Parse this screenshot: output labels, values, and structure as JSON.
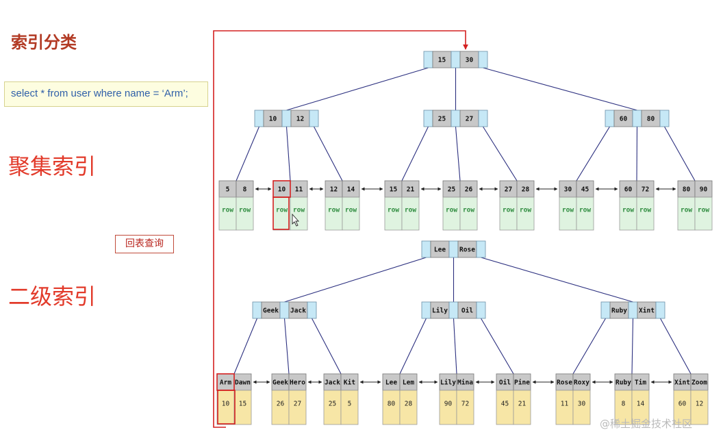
{
  "headings": {
    "title": "索引分类",
    "clustered": "聚集索引",
    "secondary": "二级索引",
    "lookup": "回表查询"
  },
  "sql": "select * from user where name = ‘Arm’;",
  "watermark": "@稀土掘金技术社区",
  "colors": {
    "heading_dark": "#b23a24",
    "heading_red": "#e23a2a",
    "highlight": "#d42020",
    "node_pointer": "#c6e8f6",
    "node_key": "#c8c8c8",
    "leaf_row": "#dff3e0",
    "leaf_pk": "#f7e6a6",
    "edge": "#2b2f7f"
  },
  "clustered_tree": {
    "root": [
      "15",
      "30"
    ],
    "internal": [
      [
        "10",
        "12"
      ],
      [
        "25",
        "27"
      ],
      [
        "60",
        "80"
      ]
    ],
    "leaves": [
      {
        "keys": [
          "5",
          "8"
        ],
        "rows": [
          "row",
          "row"
        ]
      },
      {
        "keys": [
          "10",
          "11"
        ],
        "rows": [
          "row",
          "row"
        ]
      },
      {
        "keys": [
          "12",
          "14"
        ],
        "rows": [
          "row",
          "row"
        ]
      },
      {
        "keys": [
          "15",
          "21"
        ],
        "rows": [
          "row",
          "row"
        ]
      },
      {
        "keys": [
          "25",
          "26"
        ],
        "rows": [
          "row",
          "row"
        ]
      },
      {
        "keys": [
          "27",
          "28"
        ],
        "rows": [
          "row",
          "row"
        ]
      },
      {
        "keys": [
          "30",
          "45"
        ],
        "rows": [
          "row",
          "row"
        ]
      },
      {
        "keys": [
          "60",
          "72"
        ],
        "rows": [
          "row",
          "row"
        ]
      },
      {
        "keys": [
          "80",
          "90"
        ],
        "rows": [
          "row",
          "row"
        ]
      }
    ]
  },
  "secondary_tree": {
    "root": [
      "Lee",
      "Rose"
    ],
    "internal": [
      [
        "Geek",
        "Jack"
      ],
      [
        "Lily",
        "Oil"
      ],
      [
        "Ruby",
        "Xint"
      ]
    ],
    "leaves": [
      {
        "keys": [
          "Arm",
          "Dawn"
        ],
        "ids": [
          "10",
          "15"
        ]
      },
      {
        "keys": [
          "Geek",
          "Hero"
        ],
        "ids": [
          "26",
          "27"
        ]
      },
      {
        "keys": [
          "Jack",
          "Kit"
        ],
        "ids": [
          "25",
          "5"
        ]
      },
      {
        "keys": [
          "Lee",
          "Lem"
        ],
        "ids": [
          "80",
          "28"
        ]
      },
      {
        "keys": [
          "Lily",
          "Mina"
        ],
        "ids": [
          "90",
          "72"
        ]
      },
      {
        "keys": [
          "Oil",
          "Pine"
        ],
        "ids": [
          "45",
          "21"
        ]
      },
      {
        "keys": [
          "Rose",
          "Roxy"
        ],
        "ids": [
          "11",
          "30"
        ]
      },
      {
        "keys": [
          "Ruby",
          "Tim"
        ],
        "ids": [
          "8",
          "14"
        ]
      },
      {
        "keys": [
          "Xint",
          "Zoom"
        ],
        "ids": [
          "60",
          "12"
        ]
      }
    ]
  }
}
